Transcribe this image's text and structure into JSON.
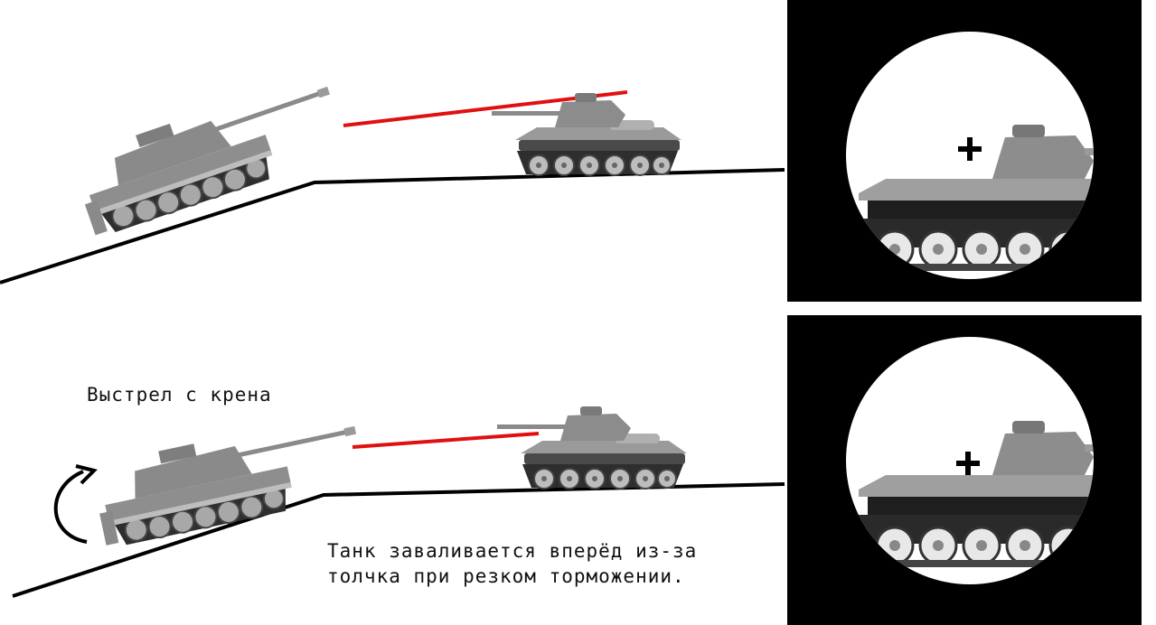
{
  "captions": {
    "roll_shot": "Выстрел с крена",
    "braking_line1": "Танк заваливается вперёд из-за",
    "braking_line2": "толчка при резком торможении."
  },
  "colors": {
    "background": "#ffffff",
    "ground": "#000000",
    "shot_line": "#e01010",
    "tank_body": "#8a8a8a",
    "tank_dark": "#3a3a3a",
    "scope_frame": "#000000",
    "scope_view": "#ffffff",
    "crosshair": "#000000"
  },
  "icons": {
    "crosshair": "plus-crosshair-icon",
    "rotation": "curved-rotation-arrow-icon"
  }
}
